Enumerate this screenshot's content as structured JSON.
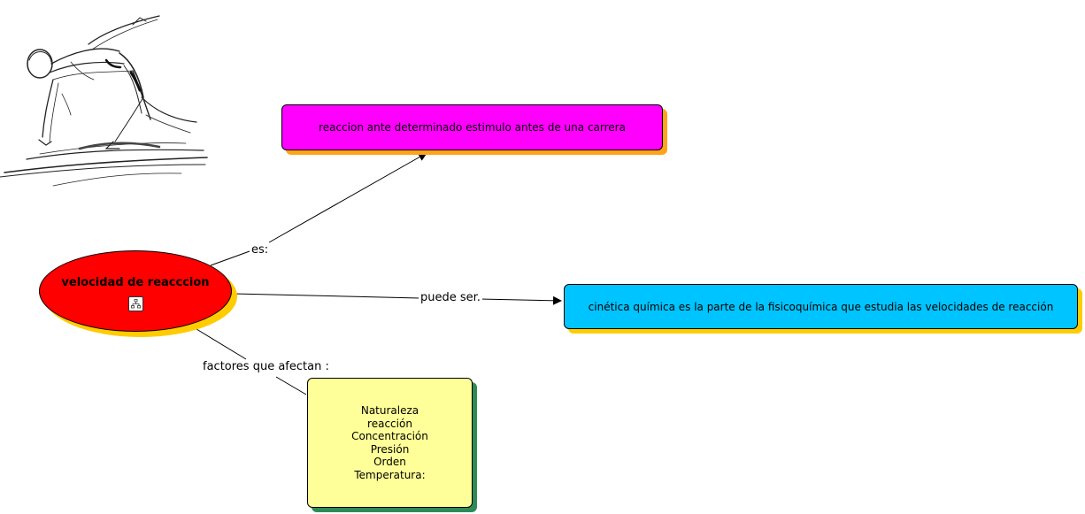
{
  "concept_map": {
    "central_concept": "velocidad de reacccion",
    "concepts": {
      "reaction_stimulus": "reaccion ante determinado estimulo antes de una carrera",
      "kinetics": "cinética química es la parte de la fisicoquímica que estudia las velocidades de reacción",
      "factors": [
        "Naturaleza",
        "reacción",
        "Concentración",
        "Presión",
        "Orden",
        "Temperatura:"
      ]
    },
    "links": {
      "es": "es:",
      "puede_ser": "puede ser.",
      "factores": "factores que afectan :"
    }
  },
  "colors": {
    "central_fill": "#ff0000",
    "central_shadow": "#ffcc00",
    "pink_fill": "#ff00ff",
    "pink_shadow": "#ffa31a",
    "blue_fill": "#00c4ff",
    "blue_shadow": "#ffcc00",
    "yellow_fill": "#ffff99",
    "yellow_shadow": "#2e8b57"
  },
  "icons": {
    "submap": "submap-icon",
    "image": "runner-sketch"
  }
}
